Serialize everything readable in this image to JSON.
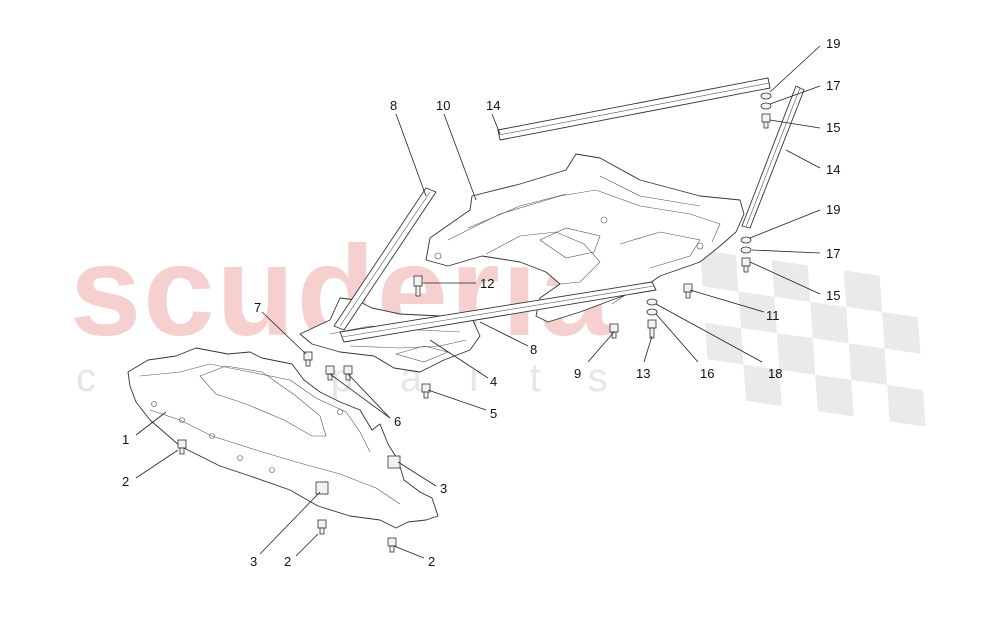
{
  "watermark": {
    "brand": "scuderia",
    "tagline": "car parts",
    "brand_color": "#f6cfcf",
    "tagline_color": "#e6e6e6",
    "flag_colors": [
      "#e3e3e3",
      "#ffffff"
    ]
  },
  "callouts": [
    "1",
    "2",
    "2",
    "2",
    "3",
    "3",
    "4",
    "5",
    "6",
    "7",
    "8",
    "8",
    "9",
    "10",
    "11",
    "12",
    "13",
    "14",
    "14",
    "15",
    "15",
    "16",
    "17",
    "17",
    "18",
    "19",
    "19"
  ]
}
